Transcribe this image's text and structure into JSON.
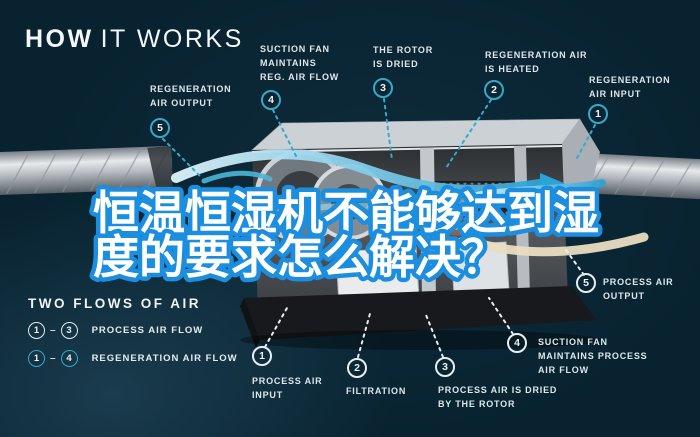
{
  "title": {
    "bold": "HOW",
    "rest": "IT WORKS"
  },
  "headline": {
    "line1": "恒温恒湿机不能够达到湿",
    "line2": "度的要求怎么解决？",
    "fill": "#ffffff",
    "stroke": "#1b8ee0"
  },
  "callouts": {
    "regen": [
      {
        "num": "5",
        "label": "REGENERATION\nAIR OUTPUT"
      },
      {
        "num": "4",
        "label": "SUCTION FAN\nMAINTAINS\nREG. AIR FLOW"
      },
      {
        "num": "3",
        "label": "THE ROTOR\nIS DRIED"
      },
      {
        "num": "2",
        "label": "REGENERATION AIR\nIS HEATED"
      },
      {
        "num": "1",
        "label": "REGENERATION\nAIR INPUT"
      }
    ],
    "process": [
      {
        "num": "1",
        "label": "PROCESS AIR\nINPUT"
      },
      {
        "num": "2",
        "label": "FILTRATION"
      },
      {
        "num": "3",
        "label": "PROCESS AIR IS DRIED\nBY THE ROTOR"
      },
      {
        "num": "4",
        "label": "SUCTION FAN\nMAINTAINS PROCESS\nAIR FLOW"
      },
      {
        "num": "5",
        "label": "PROCESS AIR\nOUTPUT"
      }
    ]
  },
  "legend": {
    "title": "TWO FLOWS OF AIR",
    "separator": "–",
    "rows": [
      {
        "from": "1",
        "to": "3",
        "label": "PROCESS AIR FLOW"
      },
      {
        "from": "1",
        "to": "4",
        "label": "REGENERATION AIR FLOW"
      }
    ]
  },
  "colors": {
    "background": "#08222f",
    "regen_accent": "#35a9c9",
    "process_accent": "#e8eef2",
    "airflow_blue": "#35a9d6",
    "heater_glow": "#ef8030",
    "cream_arrow": "#e9dcc0"
  }
}
